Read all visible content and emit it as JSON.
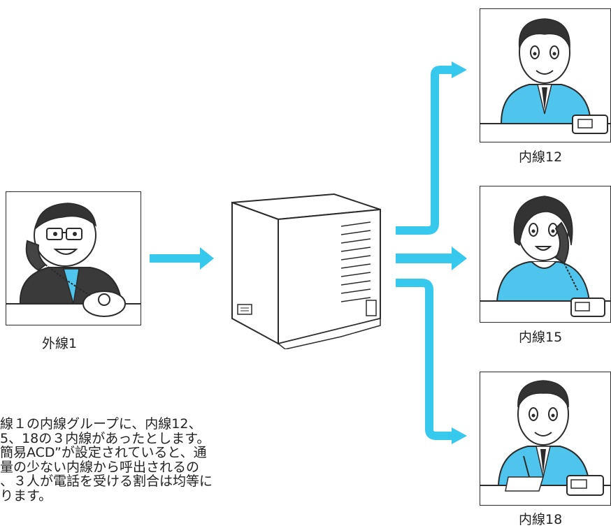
{
  "caller": {
    "label": "外線1"
  },
  "extensions": [
    {
      "label": "内線12"
    },
    {
      "label": "内線15"
    },
    {
      "label": "内線18"
    }
  ],
  "description": [
    "線１の内線グループに、内線12、",
    "5、18の３内線があったとします。",
    "簡易ACD”が設定されていると、通",
    "量の少ない内線から呼出されるの",
    "、３人が電話を受ける割合は均等に",
    "ります。"
  ],
  "colors": {
    "arrow": "#37c8ee",
    "skin": "#ffffff",
    "shirt": "#4fc4ec",
    "line": "#2b2b2b"
  },
  "icons": [
    "phone-icon",
    "pbx-unit-icon",
    "arrow-icon"
  ]
}
